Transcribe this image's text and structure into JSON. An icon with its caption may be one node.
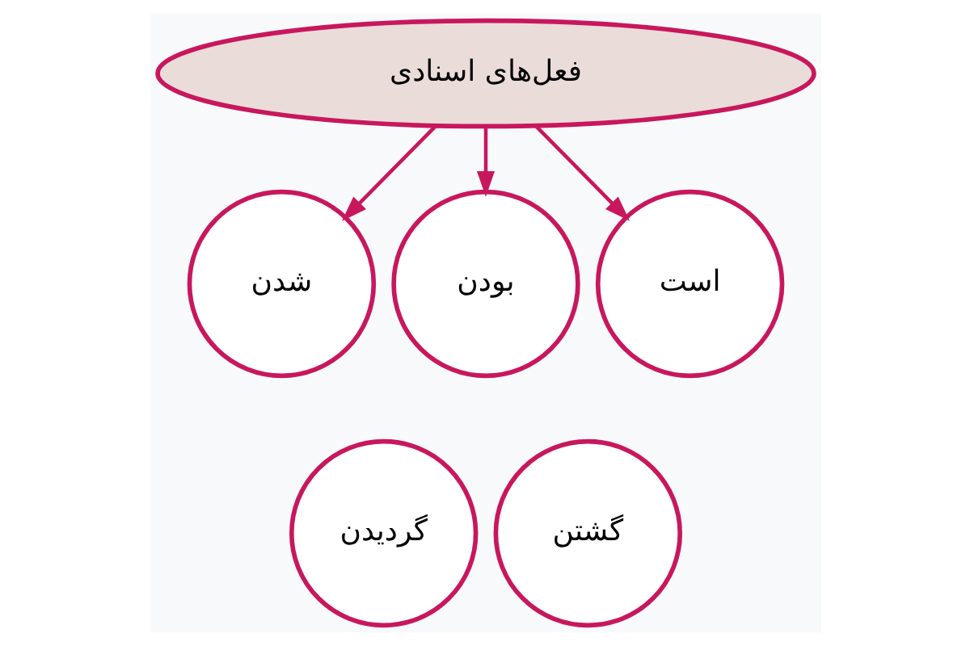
{
  "diagram": {
    "nodes": [
      {
        "text": [
          "فعل‌های اسنادی"
        ]
      },
      {
        "text": [
          "است"
        ]
      },
      {
        "text": [
          "بودن"
        ]
      },
      {
        "text": [
          "شدن"
        ]
      },
      {
        "text": [
          "گشتن"
        ]
      },
      {
        "text": [
          "گردیدن"
        ]
      }
    ],
    "edges": [
      {
        "from": 0,
        "to": 1,
        "arrow": "to"
      },
      {
        "from": 0,
        "to": 2,
        "arrow": "to"
      },
      {
        "from": 0,
        "to": 3,
        "arrow": "to"
      }
    ]
  }
}
